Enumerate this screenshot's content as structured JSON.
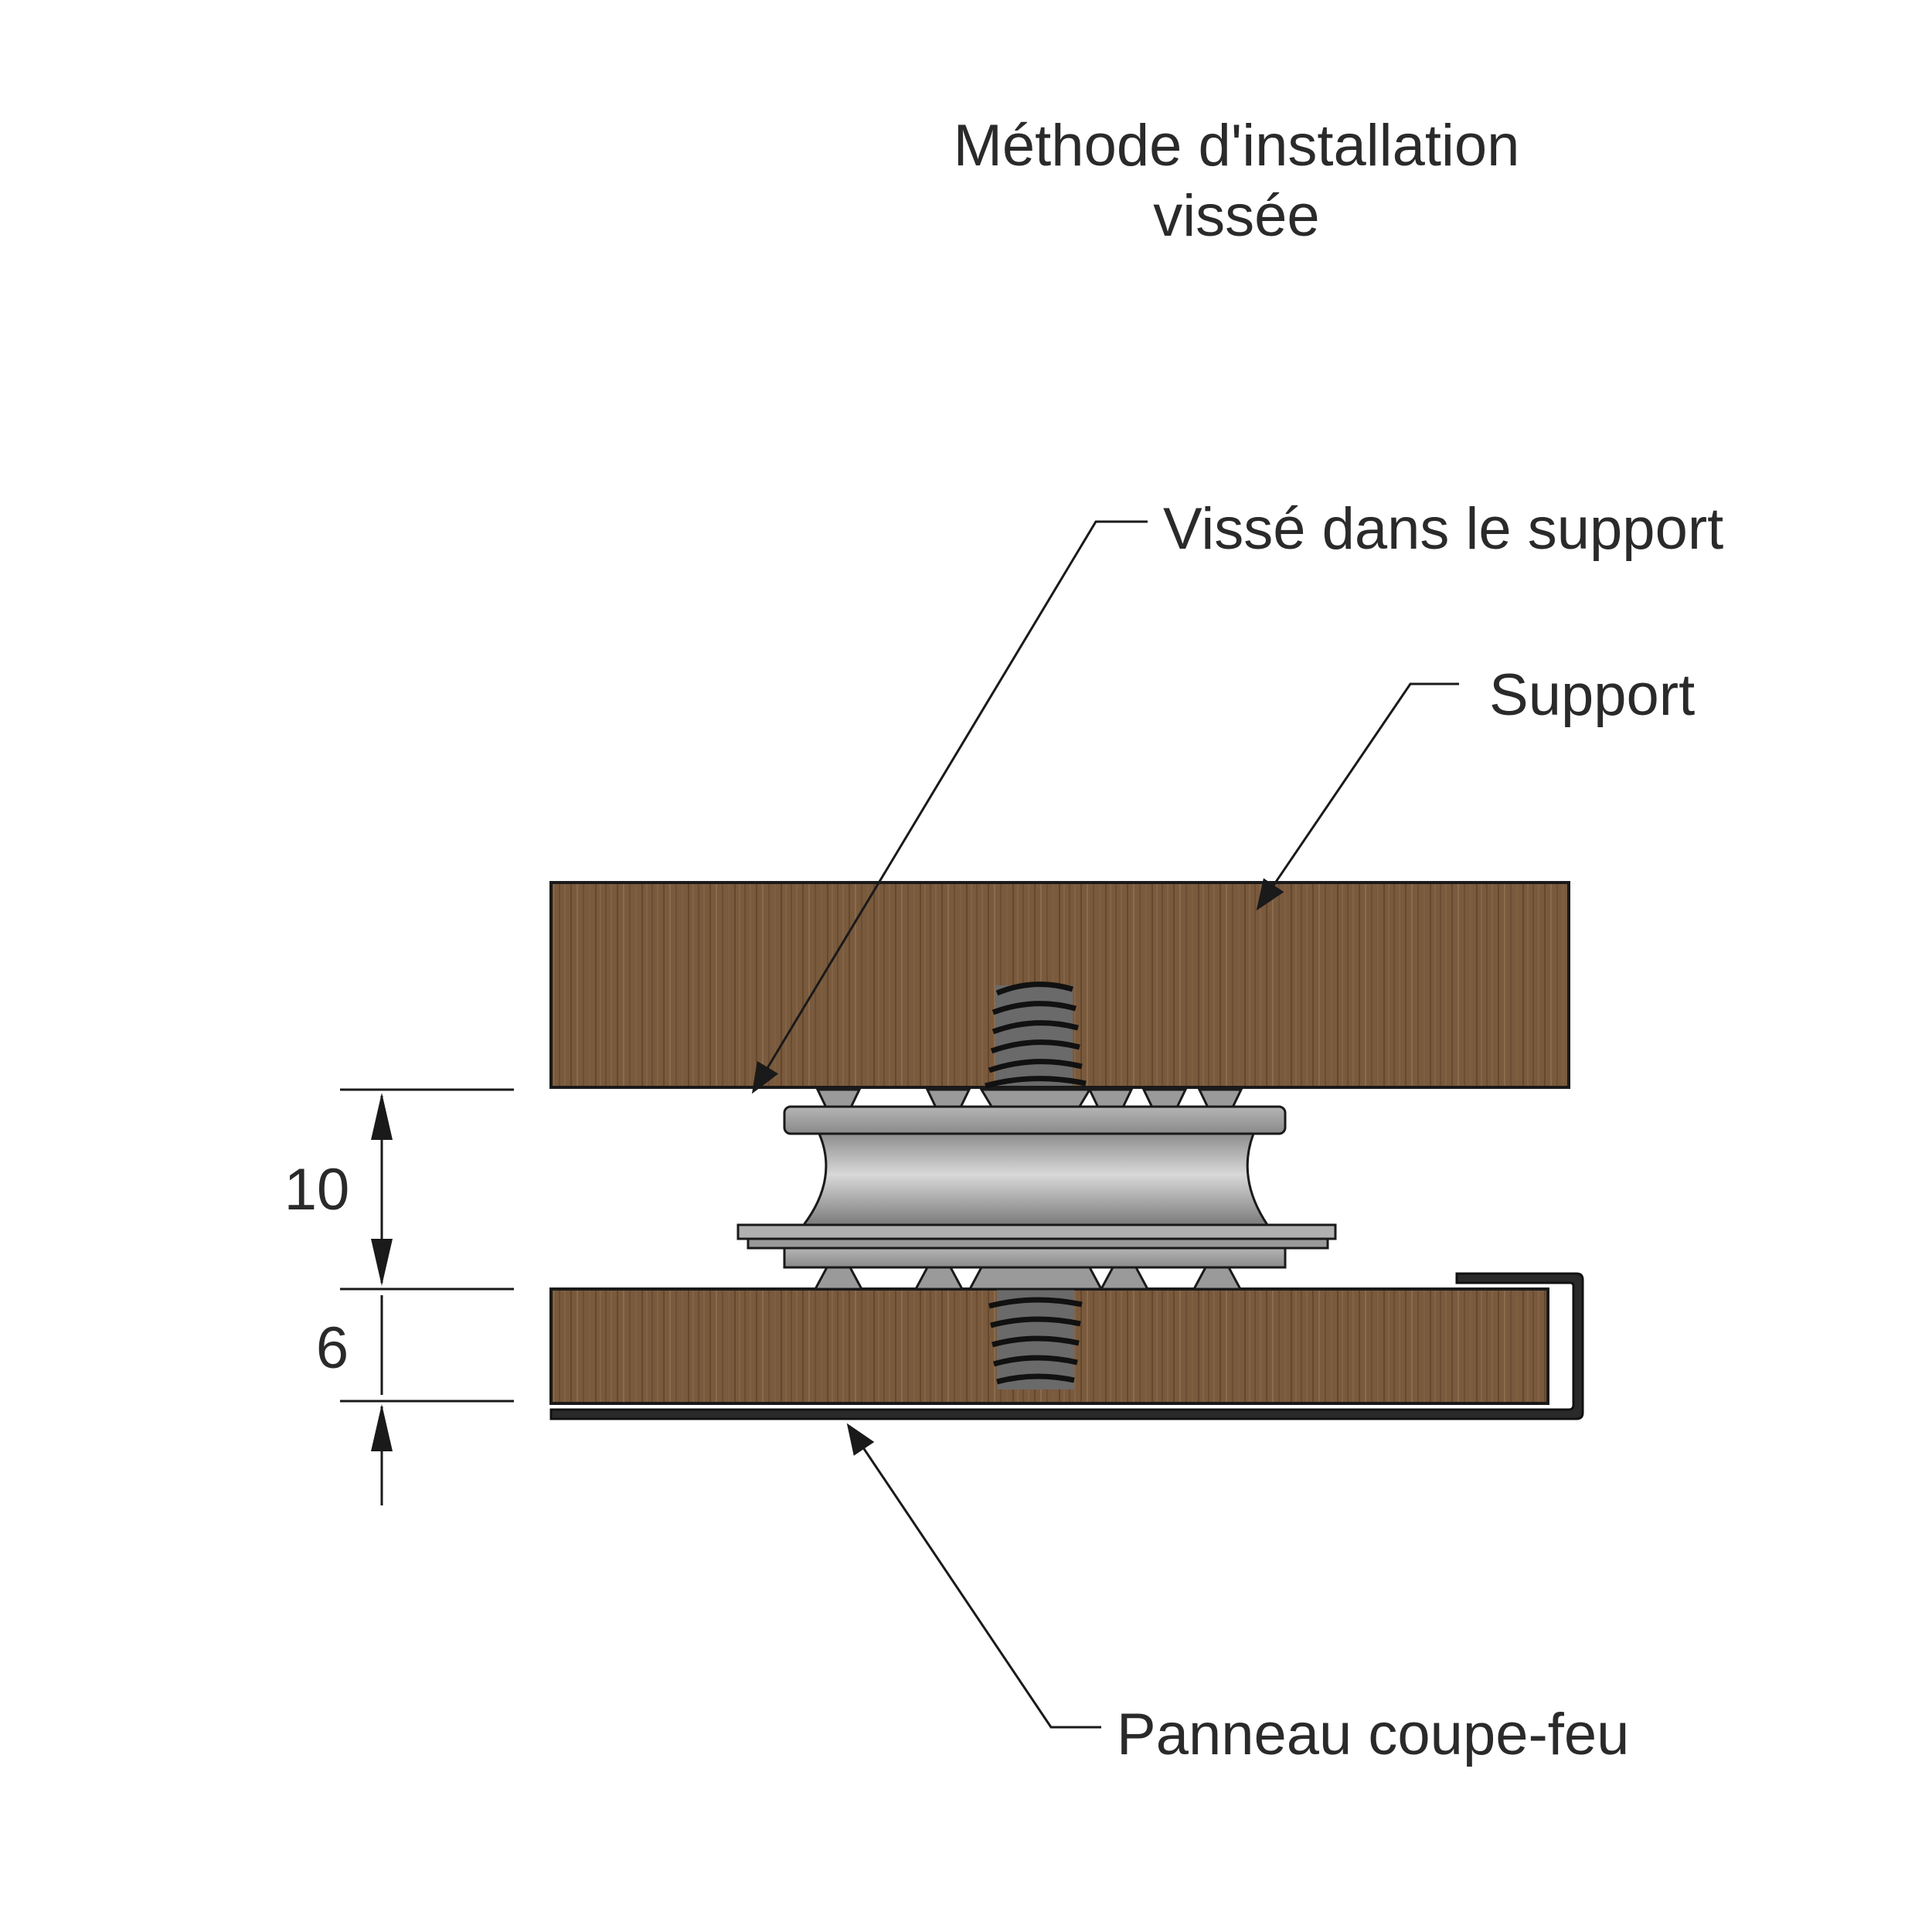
{
  "title": {
    "line1": "Méthode d'installation",
    "line2": "vissée"
  },
  "callouts": {
    "screwed_into_support": "Vissé dans le support",
    "support": "Support",
    "fire_panel": "Panneau coupe-feu"
  },
  "dimensions": {
    "gap": "10",
    "panel_thickness": "6"
  },
  "colors": {
    "wood": "#7a5a3c",
    "wood_dark": "#5e4229",
    "metal": "#9a9a9a",
    "metal_light": "#cfcfcf",
    "line": "#1a1a1a",
    "text": "#2a2a2a"
  }
}
